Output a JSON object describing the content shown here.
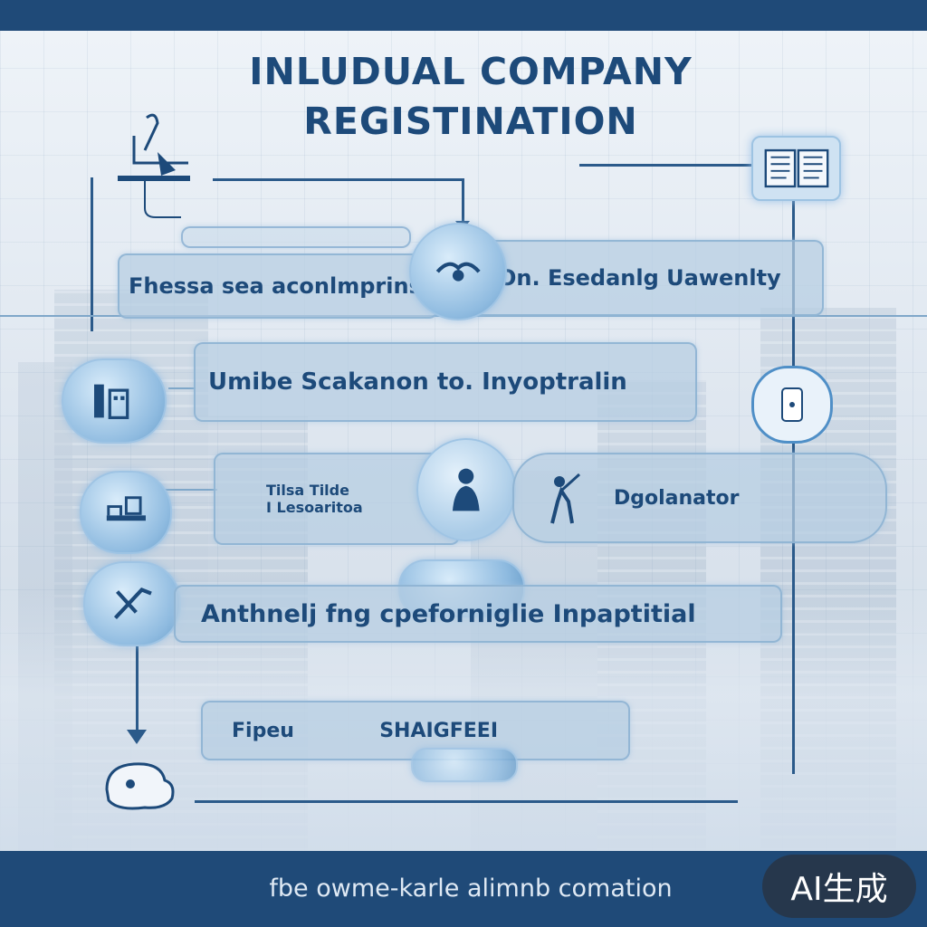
{
  "header": {
    "title_line1": "INLUDUAL COMPANY",
    "title_line2": "REGISTINATION"
  },
  "steps": [
    {
      "label": "Fhessa sea aconlmprinse."
    },
    {
      "label": "On. Esedanlg Uawenlty"
    },
    {
      "label": "Umibe Scakanon to. Inyoptralin"
    },
    {
      "label_line1": "Tilsa Tilde",
      "label_line2": "I Lesoaritoa"
    },
    {
      "label": "Dgolanator"
    },
    {
      "label": "Anthnelj fng cpeforniglie Inpaptitial"
    },
    {
      "label_left": "Fipeu",
      "label_right": "SHAIGFEEI"
    }
  ],
  "icons": [
    "desk-lamp-icon",
    "document-book-icon",
    "handshake-icon",
    "building-icon",
    "phone-device-icon",
    "workspace-icon",
    "person-icon",
    "worker-icon",
    "tool-icon",
    "animal-icon"
  ],
  "footer": {
    "caption": "fbe owme-karle alimnb comation",
    "badge": "AI生成"
  },
  "colors": {
    "bar": "#1f4a78",
    "accent": "#1d4a7a",
    "box_fill": "#b6cde2"
  }
}
